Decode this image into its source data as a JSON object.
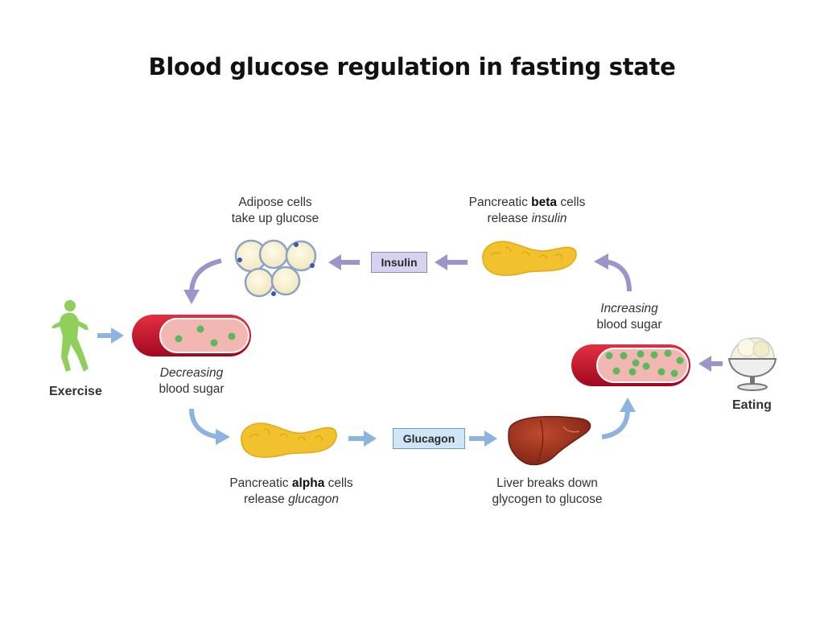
{
  "title": "Blood glucose regulation in fasting state",
  "labels": {
    "adipose_line1": "Adipose cells",
    "adipose_line2": "take up glucose",
    "beta_pre": "Pancreatic ",
    "beta_bold": "beta",
    "beta_post": " cells",
    "beta_line2_pre": "release ",
    "beta_line2_italic": "insulin",
    "increasing_line1": "Increasing",
    "increasing_line2": "blood sugar",
    "decreasing_line1": "Decreasing",
    "decreasing_line2": "blood sugar",
    "alpha_pre": "Pancreatic ",
    "alpha_bold": "alpha",
    "alpha_post": " cells",
    "alpha_line2_pre": "release ",
    "alpha_line2_italic": "glucagon",
    "liver_line1": "Liver breaks down",
    "liver_line2": "glycogen to glucose",
    "exercise": "Exercise",
    "eating": "Eating"
  },
  "hormones": {
    "insulin": "Insulin",
    "glucagon": "Glucagon"
  },
  "colors": {
    "vessel_red": "#c8102e",
    "plasma": "#f0b4b4",
    "glucose_dot": "#5cb85c",
    "insulin_arrow": "#9b96c9",
    "glucagon_arrow": "#8db4df",
    "pancreas": "#f2c22e",
    "liver": "#9b3320",
    "runner": "#8fcf5a"
  }
}
